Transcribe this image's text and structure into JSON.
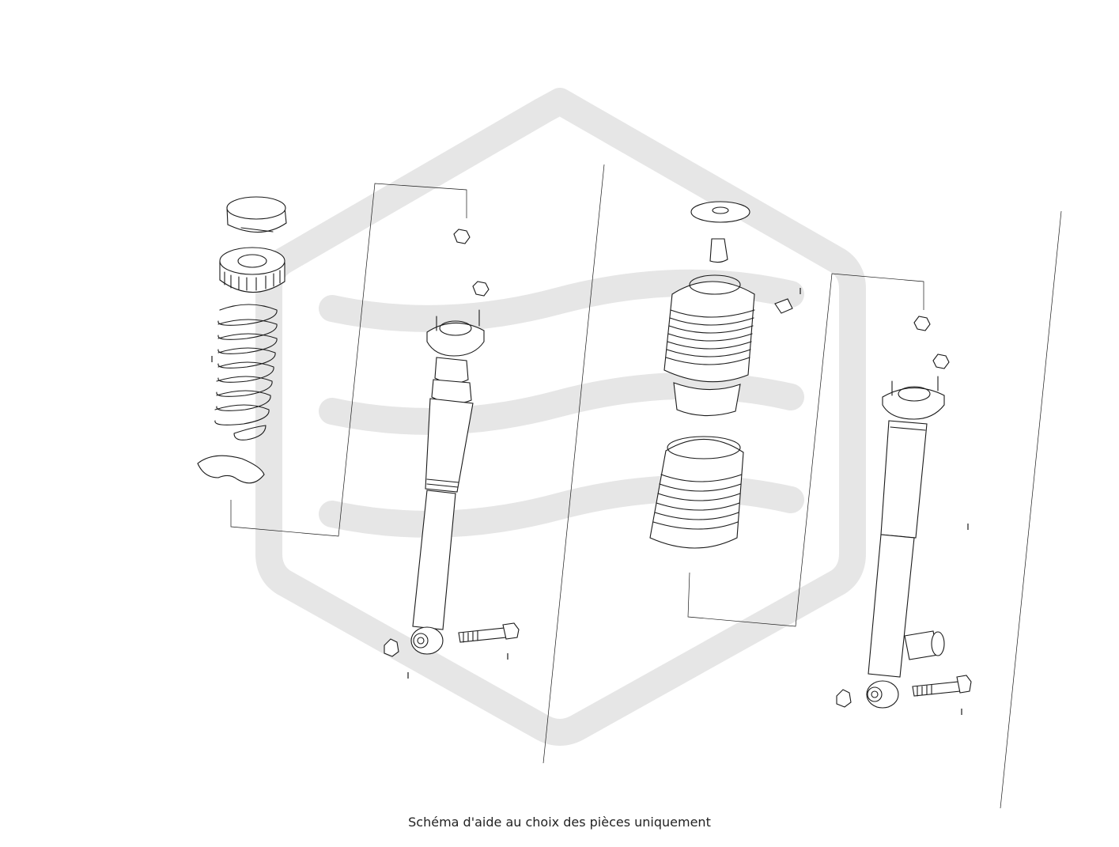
{
  "caption": "Schéma d'aide au choix des pièces uniquement",
  "colors": {
    "line": "#1a1a1a",
    "watermark": "#e6e6e6",
    "background": "#ffffff"
  },
  "watermark_icon": "hexagon-logo-watermark-icon",
  "groups": [
    {
      "name": "coil-spring-assembly"
    },
    {
      "name": "shock-absorber-left"
    },
    {
      "name": "air-spring-assembly"
    },
    {
      "name": "shock-absorber-right"
    }
  ]
}
